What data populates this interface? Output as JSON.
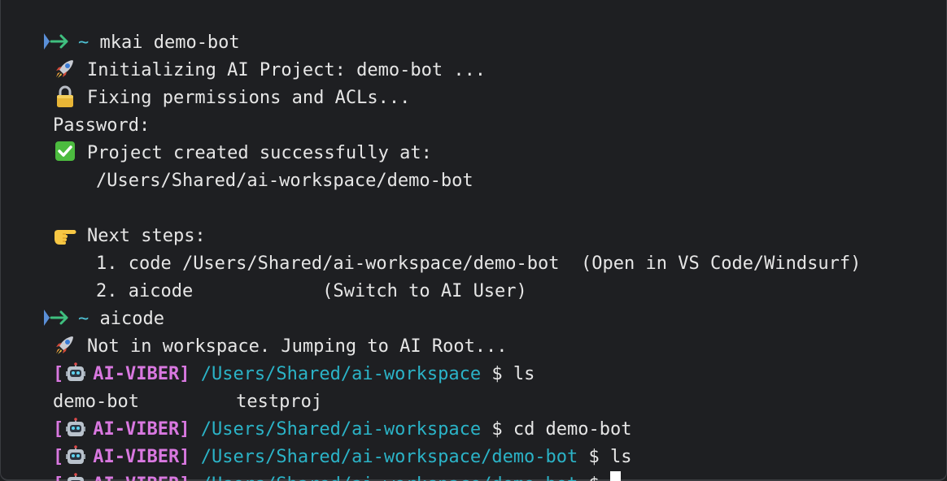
{
  "terminal": {
    "lines": [
      {
        "kind": "prompt",
        "tilde": "~",
        "command": "mkai demo-bot"
      },
      {
        "kind": "emoji",
        "icon": "rocket-icon",
        "text": "Initializing AI Project: demo-bot ..."
      },
      {
        "kind": "emoji",
        "icon": "lock-icon",
        "text": "Fixing permissions and ACLs..."
      },
      {
        "kind": "plain",
        "text": "Password:"
      },
      {
        "kind": "emoji",
        "icon": "check-icon",
        "text": "Project created successfully at:"
      },
      {
        "kind": "indent",
        "text": "/Users/Shared/ai-workspace/demo-bot"
      },
      {
        "kind": "blank"
      },
      {
        "kind": "emoji",
        "icon": "pointing-hand-icon",
        "text": "Next steps:"
      },
      {
        "kind": "indent",
        "text": "1. code /Users/Shared/ai-workspace/demo-bot  (Open in VS Code/Windsurf)"
      },
      {
        "kind": "indent",
        "text": "2. aicode            (Switch to AI User)"
      },
      {
        "kind": "prompt",
        "tilde": "~",
        "command": "aicode"
      },
      {
        "kind": "emoji",
        "icon": "rocket-icon",
        "text": "Not in workspace. Jumping to AI Root..."
      },
      {
        "kind": "viber",
        "open": "[",
        "name": "AI-VIBER]",
        "path": "/Users/Shared/ai-workspace",
        "command": "$ ls"
      },
      {
        "kind": "plain",
        "text": "demo-bot         testproj"
      },
      {
        "kind": "viber",
        "open": "[",
        "name": "AI-VIBER]",
        "path": "/Users/Shared/ai-workspace",
        "command": "$ cd demo-bot"
      },
      {
        "kind": "viber",
        "open": "[",
        "name": "AI-VIBER]",
        "path": "/Users/Shared/ai-workspace/demo-bot",
        "command": "$ ls"
      },
      {
        "kind": "viber",
        "open": "[",
        "name": "AI-VIBER]",
        "path": "/Users/Shared/ai-workspace/demo-bot",
        "command": "$ ",
        "cursor": true
      }
    ]
  },
  "colors": {
    "background": "#1e1f22",
    "text": "#e6e6e6",
    "tilde": "#4fc3d6",
    "viber": "#d978e0",
    "path": "#2bb3c7",
    "prompt_arrow": "#3fbf7f"
  }
}
